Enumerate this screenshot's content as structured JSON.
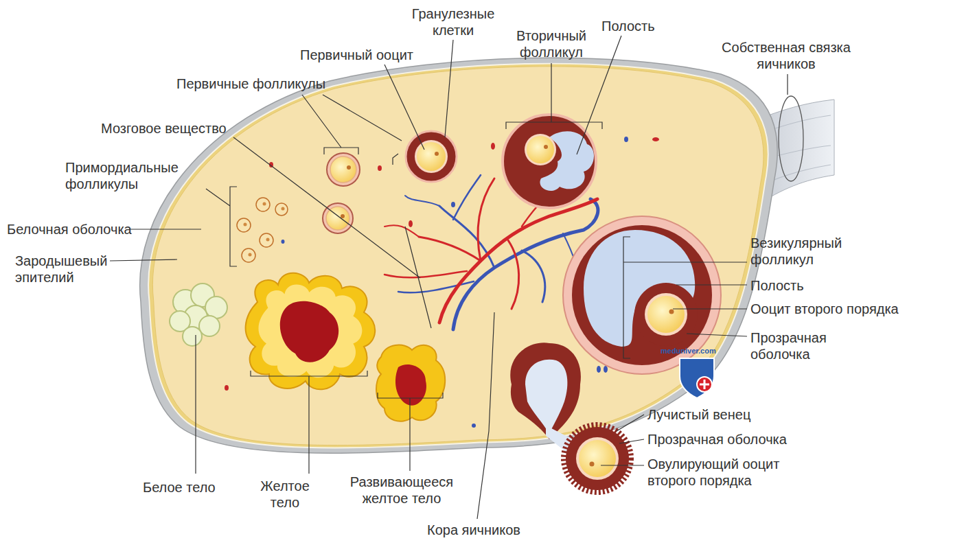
{
  "diagram": {
    "labels": [
      "Гранулезные клетки",
      "Первичный ооцит",
      "Вторичный фолликул",
      "Полость",
      "Собственная связка яичников",
      "Первичные фолликулы",
      "Мозговое вещество",
      "Примордиальные фолликулы",
      "Белочная оболочка",
      "Зародышевый эпителий",
      "Везикулярный фолликул",
      "Полость",
      "Ооцит второго порядка",
      "Прозрачная оболочка",
      "Лучистый венец",
      "Прозрачная оболочка",
      "Овулирующий ооцит второго порядка",
      "Белое тело",
      "Желтое тело",
      "Развивающееся желтое тело",
      "Кора яичников",
      "meduniver.com"
    ]
  }
}
